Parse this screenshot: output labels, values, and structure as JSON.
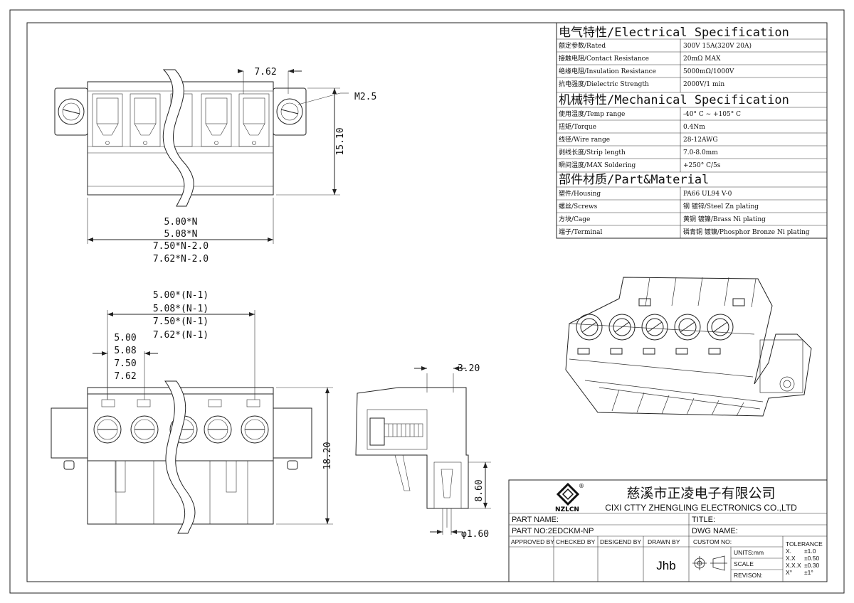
{
  "specs": {
    "electrical": {
      "heading": "电气特性/Electrical Specification",
      "rows": [
        {
          "label": "额定参数/Rated",
          "value": "300V  15A(320V  20A)"
        },
        {
          "label": "接触电阻/Contact Resistance",
          "value": "20mΩ MAX"
        },
        {
          "label": "绝缘电阻/Insulation Resistance",
          "value": "5000mΩ/1000V"
        },
        {
          "label": "抗电强度/Dielectric Strength",
          "value": "2000V/1 min"
        }
      ]
    },
    "mechanical": {
      "heading": "机械特性/Mechanical Specification",
      "rows": [
        {
          "label": "使用温度/Temp range",
          "value": "-40° C ~ +105° C"
        },
        {
          "label": "扭矩/Torque",
          "value": "0.4Nm"
        },
        {
          "label": "线径/Wire range",
          "value": "28-12AWG"
        },
        {
          "label": "剥线长度/Strip length",
          "value": "7.0-8.0mm"
        },
        {
          "label": "瞬间温度/MAX Soldering",
          "value": "+250° C/5s"
        }
      ]
    },
    "material": {
      "heading": "部件材质/Part&Material",
      "rows": [
        {
          "label": "塑件/Housing",
          "value": "PA66 UL94 V-0"
        },
        {
          "label": "螺丝/Screws",
          "value": "钢 镀锌/Steel Zn plating"
        },
        {
          "label": "方块/Cage",
          "value": "黄铜 镀镍/Brass Ni plating"
        },
        {
          "label": "端子/Terminal",
          "value": "磷青铜 镀镍/Phosphor Bronze Ni plating"
        }
      ]
    }
  },
  "dimensions": {
    "top_pitch": "7.62",
    "screw": "M2.5",
    "top_height": "15.10",
    "top_width": [
      "5.00*N",
      "5.08*N",
      "7.50*N-2.0",
      "7.62*N-2.0"
    ],
    "span": [
      "5.00*(N-1)",
      "5.08*(N-1)",
      "7.50*(N-1)",
      "7.62*(N-1)"
    ],
    "pitch": [
      "5.00",
      "5.08",
      "7.50",
      "7.62"
    ],
    "front_height": "18.20",
    "side_top": "3.20",
    "side_pin": "8.60",
    "pin_dia": "φ1.60"
  },
  "title_block": {
    "logo": "NZLCN",
    "company_cn": "慈溪市正凌电子有限公司",
    "company_en": "CIXI CTTY ZHENGLING ELECTRONICS CO.,LTD",
    "part_name_label": "PART NAME:",
    "title_label": "TITLE:",
    "part_no_label": "PART NO:2EDCKM-NP",
    "dwg_name_label": "DWG NAME:",
    "approved_by": "APPROVED BY",
    "checked_by": "CHECKED BY",
    "designed_by": "DESIGEND BY",
    "drawn_by": "DRAWN BY",
    "custom_no": "CUSTOM NO:",
    "drawn_by_value": "Jhb",
    "units": "UNITS:mm",
    "scale": "SCALE",
    "revison": "REVISON:",
    "tolerance": {
      "label": "TOLERANCE",
      "rows": [
        {
          "k": "X.",
          "v": "±1.0"
        },
        {
          "k": "X.X",
          "v": "±0.50"
        },
        {
          "k": "X.X.X",
          "v": "±0.30"
        },
        {
          "k": "X°",
          "v": "±1°"
        }
      ]
    }
  }
}
